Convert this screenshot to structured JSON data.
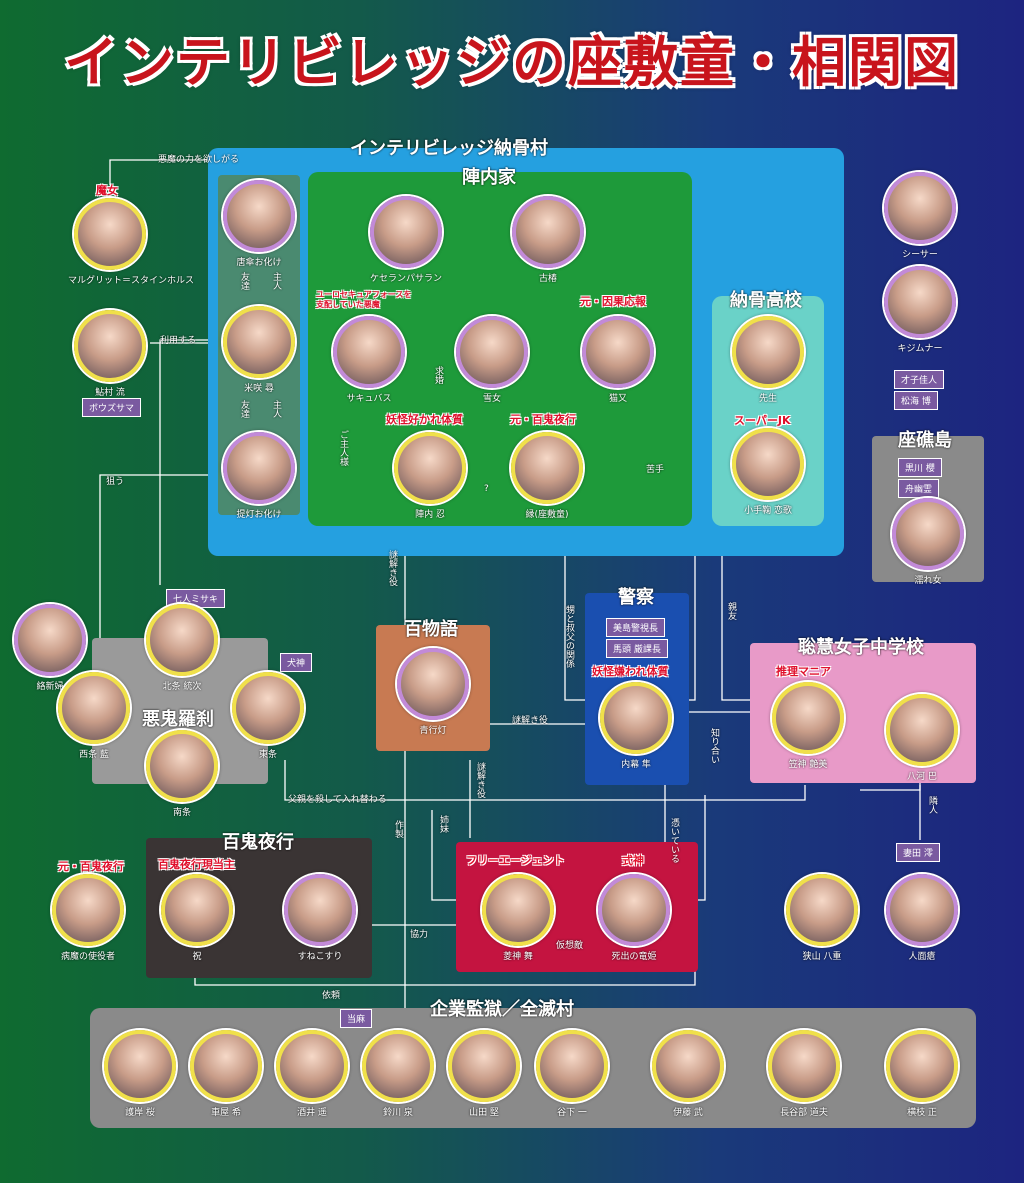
{
  "title": "インテリビレッジの座敷童・相関図",
  "groups": {
    "village": "インテリビレッジ納骨村",
    "jinnai": "陣内家",
    "highschool": "納骨高校",
    "zashoto": "座礁島",
    "police": "警察",
    "hyakumonogatari": "百物語",
    "akki": "悪鬼羅刹",
    "jhs": "聡慧女子中学校",
    "hyakki": "百鬼夜行",
    "free": "",
    "corp": "企業監獄／全滅村"
  },
  "characters": {
    "majo": "マルグリット＝スタインホルス",
    "ayumura": "鮎村 流",
    "karakasa": "唐傘お化け",
    "yonesaki": "米咲 尋",
    "chochin": "提灯お化け",
    "kesaran": "ケセランパサラン",
    "furutsubaki": "古椿",
    "succubus": "サキュバス",
    "yukionna": "雪女",
    "nekomata": "猫又",
    "shinobu": "陣内 忍",
    "enishi": "縁(座敷童)",
    "sensei": "先生",
    "koteyama": "小手鞠 恋歌",
    "shisa": "シーサー",
    "kijimuna": "キジムナー",
    "nureonna": "濡れ女",
    "uchibaku": "内幕 隼",
    "aoandon": "青行灯",
    "kasagami": "笠神 艶美",
    "yakawa": "八河 巴",
    "kinshinfu": "絡新婦",
    "hojo": "北条 統次",
    "saijo": "西条 藍",
    "tojo": "東条",
    "nanjo": "南条",
    "byoma": "病魔の使役者",
    "hafuri": "祝",
    "suneko": "すねこすり",
    "mai": "菱神 舞",
    "ryuki": "死出の竜姫",
    "sayama": "狭山 八重",
    "jinmen": "人面瘡",
    "goga": "護岸 桜",
    "kurumaya": "車屋 希",
    "sakai": "酒井 遥",
    "suzukawa": "鈴川 泉",
    "yamada": "山田 堅",
    "tanishita": "谷下 一",
    "ito": "伊藤 武",
    "hasebe": "長谷部 道夫",
    "yokoeda": "横枝 正"
  },
  "roles": {
    "majo": "魔女",
    "succubus": "ユーロセキュアフォースを\n支配していた悪魔",
    "nekomata": "元・因果応報",
    "shinobu": "妖怪好かれ体質",
    "enishi": "元・百鬼夜行",
    "koteyama": "スーパーJK",
    "uchibaku": "妖怪嫌われ体質",
    "kasagami": "推理マニア",
    "byoma": "元・百鬼夜行",
    "hafuri": "百鬼夜行現当主",
    "mai": "フリーエージェント",
    "ryuki": "式神"
  },
  "tags": {
    "bouzu": "ボウズサマ",
    "saijin": "才子佳人",
    "matsumi": "松海 博",
    "kurokawa": "黒川 櫻",
    "funazuke": "舟幽霊",
    "misaki": "七人ミサキ",
    "inugami": "犬神",
    "mishima": "美島警視長",
    "umaatama": "馬頭 厳課長",
    "tsumada": "妻田 澪",
    "toushu": "当麻"
  },
  "relations": {
    "akuma_power": "悪魔の力を欲しがる",
    "riyou": "利用する",
    "yuujin1": "友達",
    "shujin1": "主人",
    "yuujin2": "友達",
    "shujin2": "主人",
    "kyuukon": "求婚",
    "goshujin": "ご主人様",
    "nerau": "狙う",
    "nigate": "苦手",
    "question": "?",
    "nazotoki1": "謎解き役",
    "nazotoki2": "謎解き役",
    "nazotoki3": "謎解き役",
    "oi_oji": "甥と叔父の関係",
    "shinyu": "親友",
    "shiriai": "知り合い",
    "fukushu": "父親を殺して入れ替わる",
    "rinjin": "隣人",
    "sakusei": "作製",
    "shimai": "姉妹",
    "tsuiteiru": "憑いている",
    "kyoryoku": "協力",
    "kasouteki": "仮想敵",
    "irai": "依頼"
  }
}
